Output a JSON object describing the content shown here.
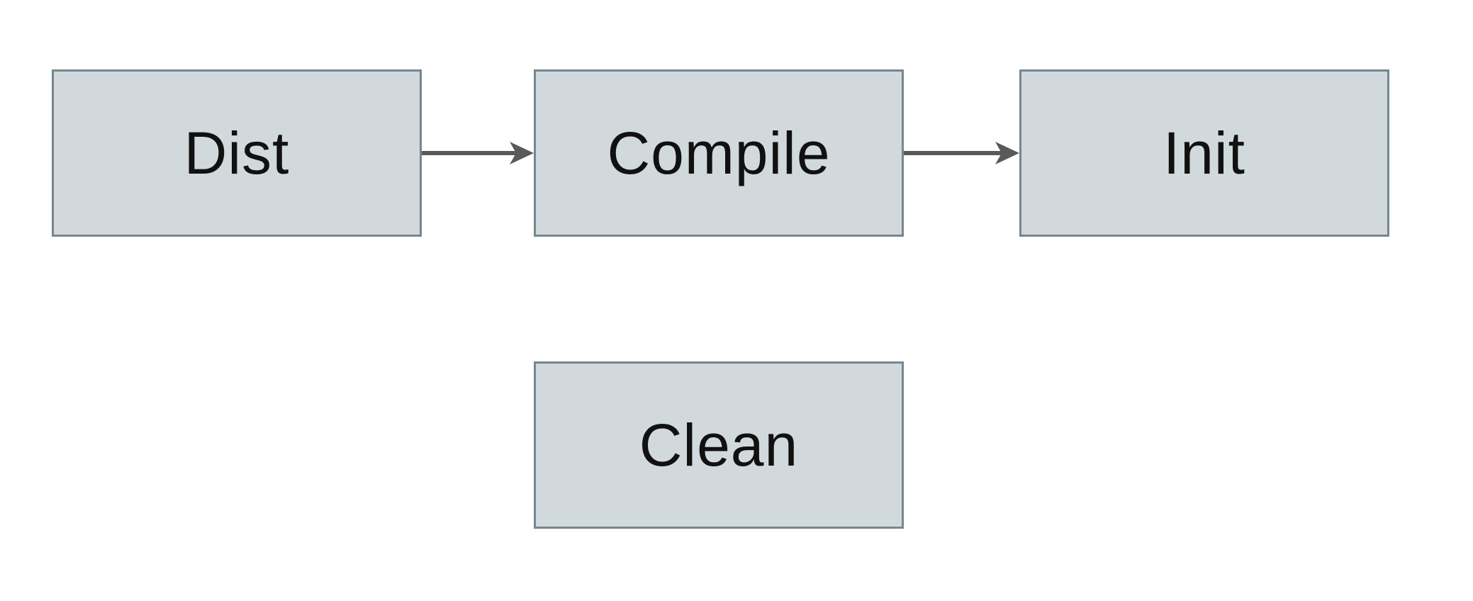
{
  "diagram": {
    "type": "flowchart",
    "direction": "left-to-right",
    "background": "#ffffff",
    "nodes": [
      {
        "id": "dist",
        "label": "Dist"
      },
      {
        "id": "compile",
        "label": "Compile"
      },
      {
        "id": "init",
        "label": "Init"
      },
      {
        "id": "clean",
        "label": "Clean"
      }
    ],
    "edges": [
      {
        "from": "Dist",
        "to": "Compile",
        "style": "arrow"
      },
      {
        "from": "Compile",
        "to": "Init",
        "style": "arrow"
      }
    ],
    "colors": {
      "node_fill": "#d2d9dc",
      "node_border": "#75878f",
      "arrow": "#595959",
      "text": "#111111"
    }
  }
}
